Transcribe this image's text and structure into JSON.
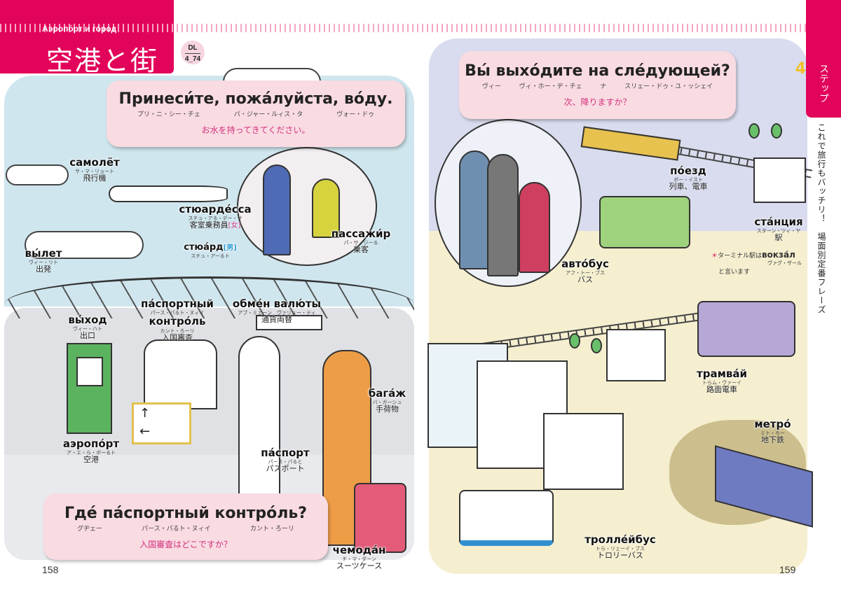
{
  "header": {
    "section_ru": "Аэропо́рт и го́род",
    "section_ja": "空港と街",
    "dl_label": "DL",
    "dl_track": "4_74"
  },
  "tab": {
    "step_label": "ステップ",
    "step_number": "4"
  },
  "side_text": "これで旅行もバッチリ！　場面別定番フレーズ",
  "bubbles": [
    {
      "ru": "Принеси́те, пожа́луйста, во́ду.",
      "kana": [
        "プリ・ニ・シー・チェ",
        "パ・ジャー・ルィス・タ",
        "ヴォー・ドゥ"
      ],
      "ja": "お水を持ってきてください。"
    },
    {
      "ru": "Где́ па́спортный контро́ль?",
      "kana": [
        "グヂェー",
        "パース・パるト・ヌィイ",
        "カント・ろーリ"
      ],
      "ja": "入国審査はどこですか？"
    },
    {
      "ru": "Вы́ выхо́дите на сле́дующей?",
      "kana": [
        "ヴィー",
        "ヴィ・ホー・ヂ・チェ",
        "ナ",
        "スリェー・ドゥ・ユ・ッシェイ"
      ],
      "ja": "次、降りますか？"
    }
  ],
  "labels": {
    "samolyot": {
      "word": "самолёт",
      "reading": "サ・マ・リョート",
      "meaning": "飛行機"
    },
    "styuardessa": {
      "word": "стюарде́сса",
      "reading": "スチュ・アる・デー・サ",
      "meaning": "客室乗務員",
      "tag": "[女]"
    },
    "styuard": {
      "word": "стюа́рд",
      "reading": "スチュ・アーるト",
      "tag": "[男]"
    },
    "vylet": {
      "word": "вы́лет",
      "reading": "ヴィー・リト",
      "meaning": "出発"
    },
    "passazhir": {
      "word": "пассажи́р",
      "reading": "パ・サ・ジーる",
      "meaning": "乗客"
    },
    "vykhod": {
      "word": "вы́ход",
      "reading": "ヴィー・ハト",
      "meaning": "出口"
    },
    "pasport_kontrol": {
      "word1": "па́спортный",
      "reading1": "パース・パるト・ヌィイ",
      "word2": "контро́ль",
      "reading2": "カント・ろーリ",
      "meaning": "入国審査"
    },
    "obmen": {
      "word": "обме́н валю́ты",
      "reading": "アブ・ミェーン　ヴァリュー・ティ",
      "meaning": "通貨両替"
    },
    "bagazh": {
      "word": "бага́ж",
      "reading": "バ・ガーシュ",
      "meaning": "手荷物"
    },
    "aeroport": {
      "word": "аэропо́рт",
      "reading": "ア・エ・ら・ポーるト",
      "meaning": "空港"
    },
    "pasport": {
      "word": "па́спорт",
      "reading": "パース・パると",
      "meaning": "パスポート"
    },
    "chemodan": {
      "word": "чемода́н",
      "reading": "チ・マ・ダーン",
      "meaning": "スーツケース"
    },
    "poezd": {
      "word": "по́езд",
      "reading": "ポー・イスト",
      "meaning": "列車、電車"
    },
    "stantsiya": {
      "word": "ста́нция",
      "reading": "スターン・ツィ・ヤ",
      "meaning": "駅"
    },
    "vokzal_note": {
      "star": "＊",
      "pre": "ターミナル駅は",
      "word": "вокза́л",
      "reading": "ヴァグ・ザール",
      "post": "と言います"
    },
    "avtobus": {
      "word": "авто́бус",
      "reading": "アフ・トー・ブス",
      "meaning": "バス"
    },
    "tramvay": {
      "word": "трамва́й",
      "reading": "トらム・ヴァーイ",
      "meaning": "路面電車"
    },
    "metro": {
      "word": "метро́",
      "reading": "ミト・ろー",
      "meaning": "地下鉄"
    },
    "trolleybus": {
      "word": "тролле́йбус",
      "reading": "トら・リェーイ・ブス",
      "meaning": "トロリーバス"
    }
  },
  "signboard": {
    "up": "↑",
    "left": "←"
  },
  "page_numbers": {
    "left": "158",
    "right": "159"
  },
  "colors": {
    "brand": "#e2045a",
    "bubble": "#f9dbe2",
    "sky": "#cfe6ee",
    "accent_text": "#d3317d"
  }
}
